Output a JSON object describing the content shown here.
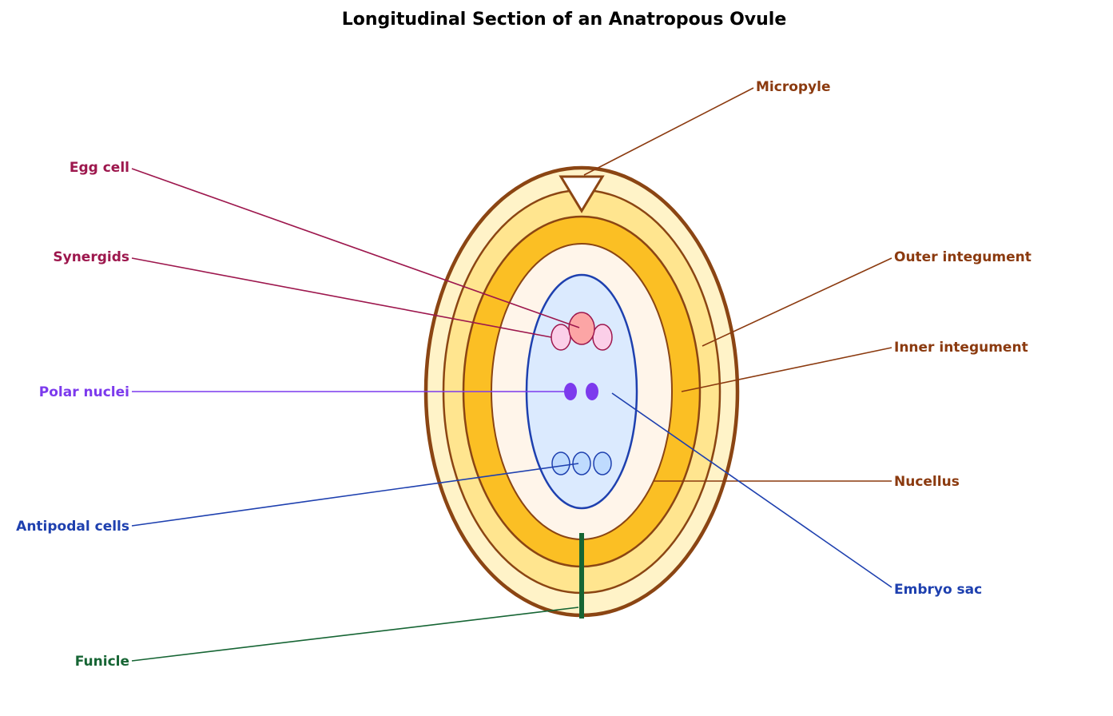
{
  "title": "Longitudinal Section of an Anatropous Ovule",
  "colors": {
    "outline": "#8B4513",
    "outer_fill": "#FFF3C8",
    "outer_integument_fill": "#FFE58F",
    "inner_integument_fill": "#FBBF24",
    "nucellus_fill": "#FFF5EA",
    "embryo_sac_fill": "#DBEAFE",
    "embryo_sac_stroke": "#1E40AF",
    "egg_fill": "#FCA5A5",
    "synergid_fill": "#FBCFE8",
    "cell_stroke": "#9D174D",
    "polar_fill": "#7C3AED",
    "antipodal_fill": "#BFDBFE",
    "funicle": "#166534"
  },
  "labels": {
    "micropyle": {
      "text": "Micropyle",
      "color": "#8B3A0F"
    },
    "egg_cell": {
      "text": "Egg cell",
      "color": "#9D174D"
    },
    "synergids": {
      "text": "Synergids",
      "color": "#9D174D"
    },
    "outer_integument": {
      "text": "Outer integument",
      "color": "#8B3A0F"
    },
    "inner_integument": {
      "text": "Inner integument",
      "color": "#8B3A0F"
    },
    "polar_nuclei": {
      "text": "Polar nuclei",
      "color": "#7C3AED"
    },
    "nucellus": {
      "text": "Nucellus",
      "color": "#8B3A0F"
    },
    "antipodal_cells": {
      "text": "Antipodal cells",
      "color": "#1E40AF"
    },
    "embryo_sac": {
      "text": "Embryo sac",
      "color": "#1E40AF"
    },
    "funicle": {
      "text": "Funicle",
      "color": "#166534"
    }
  }
}
